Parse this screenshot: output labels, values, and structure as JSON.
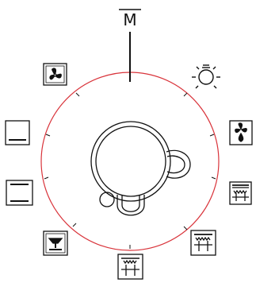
{
  "dial": {
    "manual_label": "M",
    "colors": {
      "ring": "#d9343b",
      "ink": "#111111"
    },
    "knob_icon": "oven-knob-icon",
    "modes": [
      {
        "id": "manual",
        "icon": "manual-mode-label"
      },
      {
        "id": "lamp",
        "icon": "oven-lamp-icon"
      },
      {
        "id": "fan-steam",
        "icon": "fan-with-drop-icon"
      },
      {
        "id": "grill-fan-bottom",
        "icon": "grill-fan-bottom-heat-icon"
      },
      {
        "id": "grill-bottom",
        "icon": "grill-bottom-heat-icon"
      },
      {
        "id": "grill-small",
        "icon": "grill-small-icon"
      },
      {
        "id": "pizza-fan",
        "icon": "bottom-heat-fan-icon"
      },
      {
        "id": "top-bottom",
        "icon": "top-bottom-heat-icon"
      },
      {
        "id": "bottom-heat",
        "icon": "bottom-heat-icon"
      },
      {
        "id": "fan-oven",
        "icon": "fan-oven-icon"
      }
    ]
  }
}
